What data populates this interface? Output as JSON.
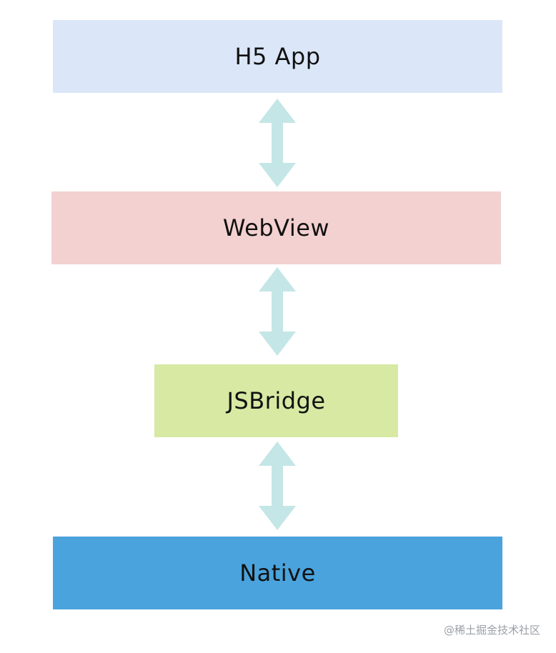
{
  "layers": {
    "h5_app": "H5 App",
    "webview": "WebView",
    "jsbridge": "JSBridge",
    "native": "Native"
  },
  "watermark": "@稀土掘金技术社区",
  "colors": {
    "h5_app_fill": "#dbe7f9",
    "webview_fill": "#f3d1d0",
    "jsbridge_fill": "#d7e9a3",
    "native_fill": "#4aa3dc",
    "arrow_fill": "#c4e6e6"
  },
  "connectors": [
    {
      "from": "H5 App",
      "to": "WebView",
      "direction": "bidirectional"
    },
    {
      "from": "WebView",
      "to": "JSBridge",
      "direction": "bidirectional"
    },
    {
      "from": "JSBridge",
      "to": "Native",
      "direction": "bidirectional"
    }
  ]
}
